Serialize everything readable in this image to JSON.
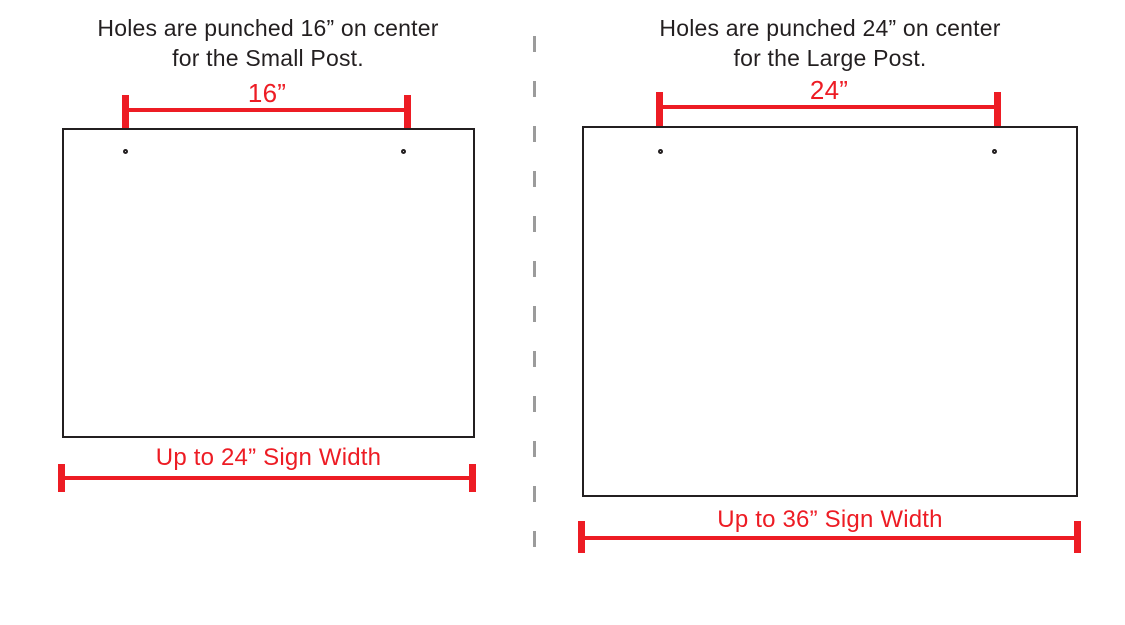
{
  "colors": {
    "red": "#ed1c24",
    "ink": "#231f20",
    "divider": "#9b9b9b"
  },
  "panels": [
    {
      "id": "small-post",
      "title_line1": "Holes are punched 16” on center",
      "title_line2": "for the Small Post.",
      "hole_spacing_label": "16”",
      "sign_width_label": "Up to 24” Sign Width"
    },
    {
      "id": "large-post",
      "title_line1": "Holes are punched 24” on center",
      "title_line2": "for the Large Post.",
      "hole_spacing_label": "24”",
      "sign_width_label": "Up to 36” Sign Width"
    }
  ]
}
